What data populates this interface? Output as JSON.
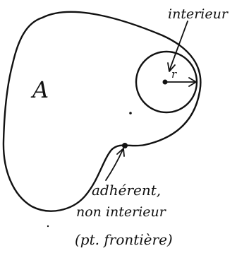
{
  "diagram": {
    "set_label": "A",
    "interior_label": "interieur",
    "radius_label": "r",
    "boundary_label_line1": "adhérent,",
    "boundary_label_line2": "non interieur",
    "boundary_label_line3": "(pt. frontière)"
  }
}
